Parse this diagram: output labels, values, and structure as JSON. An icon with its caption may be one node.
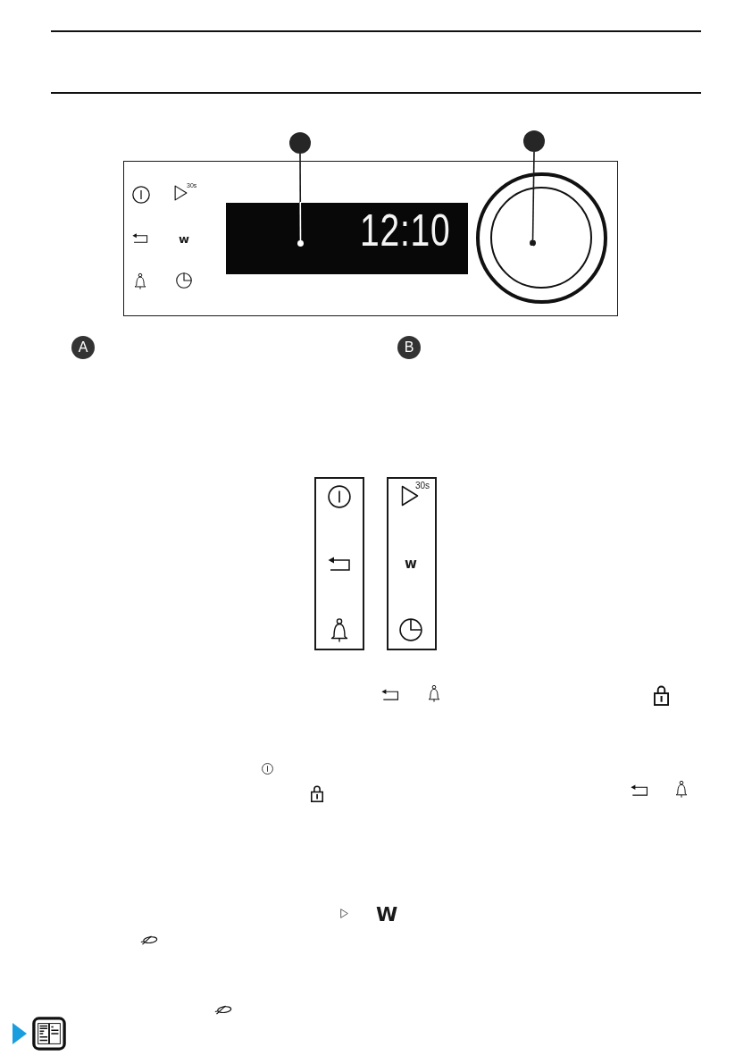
{
  "diagram": {
    "nodes": [
      {
        "text": [],
        "shape": "circle"
      },
      {
        "text": [],
        "shape": "circle"
      },
      {
        "text": [
          "30s",
          "w"
        ]
      },
      {
        "text": [
          "12:10"
        ],
        "in": 2
      },
      {
        "text": [],
        "shape": "circle",
        "in": 2
      },
      {
        "text": [
          "A"
        ]
      },
      {
        "text": [
          "B"
        ]
      },
      {
        "text": [],
        "shape": "box"
      },
      {
        "text": [
          "30s",
          "w"
        ]
      }
    ],
    "edges": [
      {
        "from": 0,
        "to": 3,
        "arrow": "other"
      },
      {
        "from": 1,
        "to": 4,
        "arrow": "other"
      }
    ],
    "labels": [
      "W"
    ]
  }
}
